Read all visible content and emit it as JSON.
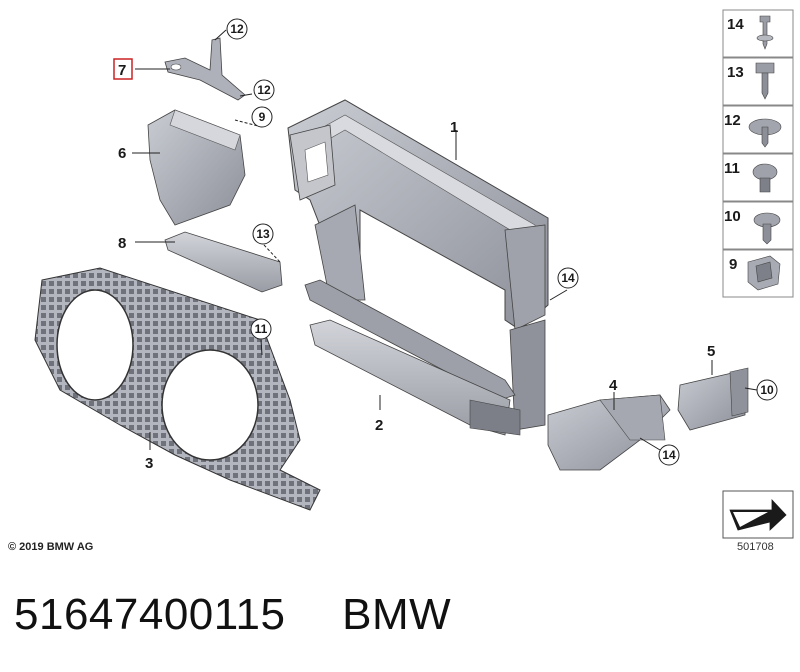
{
  "callouts": {
    "main": [
      "1",
      "2",
      "3",
      "4",
      "5",
      "6",
      "7",
      "8"
    ],
    "circles": [
      "12",
      "12",
      "9",
      "13",
      "11",
      "14",
      "10",
      "14"
    ]
  },
  "side_parts": [
    "14",
    "13",
    "12",
    "11",
    "10",
    "9"
  ],
  "highlighted_part": "7",
  "copyright": "© 2019 BMW AG",
  "diagram_id": "501708",
  "footer": {
    "part_number": "51647400115",
    "brand": "BMW"
  },
  "colors": {
    "part_fill": "#b9bcc4",
    "part_dark": "#7d8089",
    "highlight": "#cc2222"
  }
}
